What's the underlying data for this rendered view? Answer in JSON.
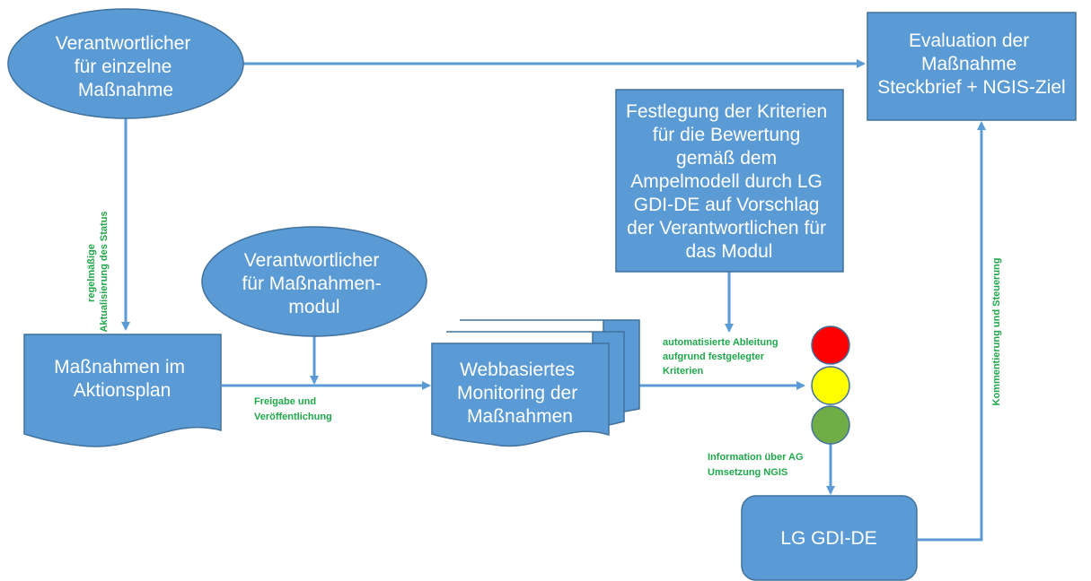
{
  "nodes": {
    "responsible_single": [
      "Verantwortlicher",
      "für einzelne",
      "Maßnahme"
    ],
    "evaluation": [
      "Evaluation der",
      "Maßnahme",
      "Steckbrief + NGIS-Ziel"
    ],
    "criteria": [
      "Festlegung der Kriterien",
      "für die Bewertung",
      "gemäß dem",
      "Ampelmodell durch LG",
      "GDI-DE auf  Vorschlag",
      "der Verantwortlichen für",
      "das Modul"
    ],
    "responsible_module": [
      "Verantwortlicher",
      "für Maßnahmen-",
      "modul"
    ],
    "measures_plan": [
      "Maßnahmen im",
      "Aktionsplan"
    ],
    "monitoring": [
      "Webbasiertes",
      "Monitoring der",
      "Maßnahmen"
    ],
    "lg_gdi": [
      "LG GDI-DE"
    ]
  },
  "labels": {
    "status_update": [
      "regelmäßige",
      "Aktualisierung des Status"
    ],
    "release": [
      "Freigabe und",
      "Veröffentlichung"
    ],
    "auto_derivation": [
      "automatisierte Ableitung",
      "aufgrund festgelegter",
      "Kriterien"
    ],
    "information": [
      "Information über AG",
      "Umsetzung NGIS"
    ],
    "commentary": [
      "Kommentierung und Steuerung"
    ]
  },
  "colors": {
    "shape_fill": "#5b9bd5",
    "shape_stroke": "#41719c",
    "label_green": "#1fa84a",
    "traffic_red": "#ff0000",
    "traffic_yellow": "#ffff00",
    "traffic_green": "#70ad47"
  }
}
